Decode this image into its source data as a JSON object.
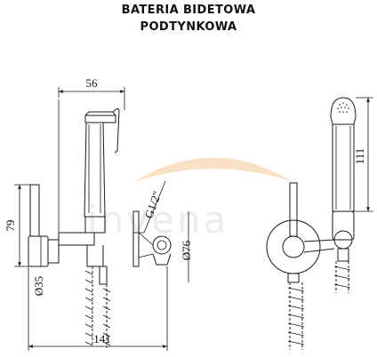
{
  "title": {
    "line1": "BATERIA BIDETOWA",
    "line2": "PODTYNKOWA"
  },
  "watermark": {
    "text": "invena",
    "color": "#ececec",
    "swoosh_color": "#f7d9b8"
  },
  "dimensions": {
    "width_top": "56",
    "height_left": "79",
    "diameter_body": "Ø35",
    "thread": "G1/2\"",
    "diameter_rosette": "Ø76",
    "width_bottom": "141",
    "height_right": "111"
  }
}
